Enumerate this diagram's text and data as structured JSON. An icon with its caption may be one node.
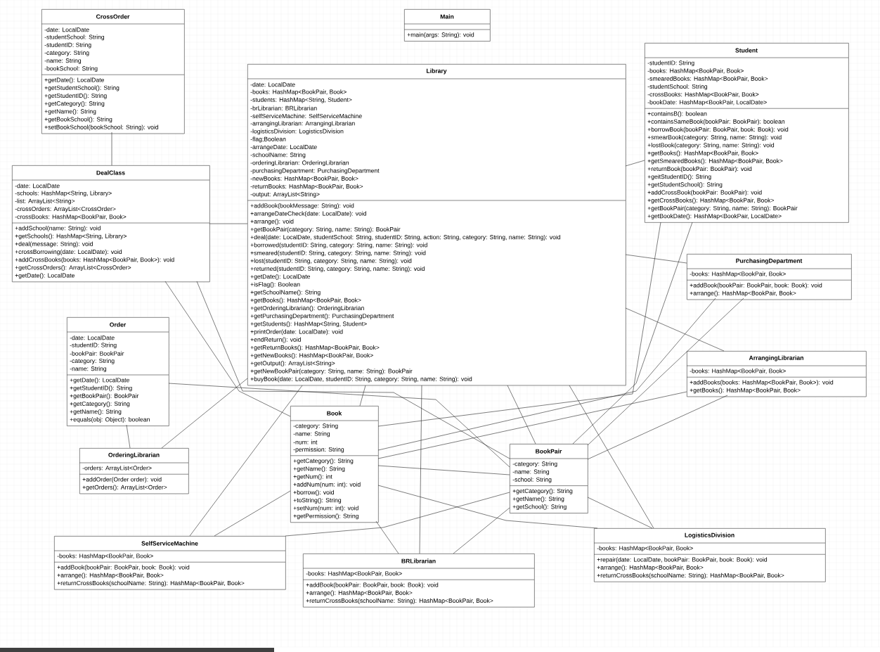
{
  "diagram": {
    "nodes": [
      {
        "text": [
          "CrossOrder",
          "-date: LocalDate",
          "-studentSchool: String",
          "-studentID: String",
          "-category: String",
          "-name: String",
          "-bookSchool: String",
          "+getDate(): LocalDate",
          "+getStudentSchool(): String",
          "+getStudentID(): String",
          "+getCategory(): String",
          "+getName(): String",
          "+getBookSchool(): String",
          "+setBookSchool(bookSchool: String): void"
        ]
      },
      {
        "text": [
          "Main",
          "+main(args: String): void"
        ]
      },
      {
        "text": [
          "Student",
          "-studentID: String",
          "-books: HashMap<BookPair, Book>",
          "-smearedBooks: HashMap<BookPair, Book>",
          "-studentSchool: String",
          "-crossBooks: HashMap<BookPair, Book>",
          "-bookDate: HashMap<BookPair, LocalDate>",
          "+containsB(): boolean",
          "+containsSameBook(bookPair: BookPair): boolean",
          "+borrowBook(bookPair: BookPair, book: Book): void",
          "+smearBook(category: String, name: String): void",
          "+lostBook(category: String, name: String): void",
          "+getBooks(): HashMap<BookPair, Book>",
          "+getSmearedBooks(): HashMap<BookPair, Book>",
          "+returnBook(bookPair: BookPair): void",
          "+geitStudentID(): String",
          "+getStudentSchool(): String",
          "+addCrossBook(bookPair: BookPair): void",
          "+getCrossBooks(): HashMap<BookPair, Book>",
          "+getBookPair(category: String, name: String): BookPair",
          "+getBookDate(): HashMap<BookPair, LocalDate>"
        ]
      },
      {
        "text": [
          "Library",
          "-date: LocalDate",
          "-books: HashMap<BookPair, Book>",
          "-students: HashMap<String, Student>",
          "-brLibrarian: BRLibrarian",
          "-selfServiceMachine: SelfServiceMachine",
          "-arrangingLibrarian: ArrangingLibrarian",
          "-logisticsDivision: LogisticsDivision",
          "-flag;Boolean",
          "-arrangeDate: LocalDate",
          "-schoolName: String",
          "-orderingLibrarian: OrderingLibrarian",
          "-purchasingDepartment: PurchasingDepartment",
          "-newBooks: HashMap<BookPair, Book>",
          "-returnBooks: HashMap<BookPair, Book>",
          "-output: ArrayList<String>",
          "+addBook(bookMessage: String): void",
          "+arrangeDateCheck(date: LocalDate): void",
          "+arrange(): void",
          "+getBookPair(category: String, name: String): BookPair",
          "+deal(date: LocalDate, studentSchool: String, studentID: String, action: String, category: String, name: String): void",
          "+borrowed(studentID: String, category: String, name: String): void",
          "+smeared(studentID: String, category: String, name: String): void",
          "+lost(studentID: String, category: String, name: String): void",
          "+returned(studentID: String, category: String, name: String): void",
          "+getDate(): LocalDate",
          "+isFlag(): Boolean",
          "+getSchoolName(): String",
          "+getBooks(): HashMap<BookPair, Book>",
          "+getOrderingLibrarian(): OrderingLibrarian",
          "+getPurchasingDepartment(): PurchasingDepartment",
          "+getStudents(): HashMap<String, Student>",
          "+printOrder(date: LocalDate): void",
          "+endReturn(): void",
          "+getReturnBooks(): HashMap<BookPair, Book>",
          "+getNewBooks(): HashMap<BookPair, Book>",
          "+getOutput(): ArrayList<String>",
          "+getNewBookPair(category: String, name: String): BookPair",
          "+buyBook(date: LocalDate, studentID: String, category: String, name: String): void"
        ]
      },
      {
        "text": [
          "DealClass",
          "-date: LocalDate",
          "-schools: HashMap<String, Library>",
          "-list: ArrayList<String>",
          "-crossOrders: ArrayList<CrossOrder>",
          "-crossBooks: HashMap<BookPair, Book>",
          "+addSchool(name: String): void",
          "+getSchools(): HashMap<String, Library>",
          "+deal(message: String): void",
          "+crossBorrowing(date: LocalDate): void",
          "+addCrossBooks(books: HashMap<BookPair, Book>): void",
          "+getCrossOrders(): ArrayList<CrossOrder>",
          "+getDate(): LocalDate"
        ]
      },
      {
        "text": [
          "PurchasingDepartment",
          "-books: HashMap<BookPair, Book>",
          "+addBook(bookPair: BookPair, book: Book): void",
          "+arrange(): HashMap<BookPair, Book>"
        ]
      },
      {
        "text": [
          "Order",
          "-date: LocalDate",
          "-studentID: String",
          "-bookPair: BookPair",
          "-category: String",
          "-name: String",
          "+getDate(): LocalDate",
          "+getStudentID(): String",
          "+getBookPair(): BookPair",
          "+getCategory(): String",
          "+getName(): String",
          "+equals(obj: Object): boolean"
        ]
      },
      {
        "text": [
          "ArrangingLibrarian",
          "-books: HashMap<BookPair, Book>",
          "+addBooks(books: HashMap<BookPair, Book>): void",
          "+getBooks(): HashMap<BookPair, Book>"
        ]
      },
      {
        "text": [
          "Book",
          "-category: String",
          "-name: String",
          "-num: int",
          "-permission: String",
          "+getCategory(): String",
          "+getName(): String",
          "+getNum(): int",
          "+addNum(num: int): void",
          "+borrow(): void",
          "+toString(): String",
          "+setNum(num: int): void",
          "+getPermission(): String"
        ]
      },
      {
        "text": [
          "BookPair",
          "-category: String",
          "-name: String",
          "-school: String",
          "+getCategory(): String",
          "+getName(): String",
          "+getSchool(): String"
        ]
      },
      {
        "text": [
          "OrderingLibrarian",
          "-orders: ArrayList<Order>",
          "+addOrder(Order order): void",
          "+getOrders(): ArrayList<Order>"
        ]
      },
      {
        "text": [
          "SelfServiceMachine",
          "-books: HashMap<BookPair, Book>",
          "+addBook(bookPair: BookPair, book: Book): void",
          "+arrange(): HashMap<BookPair, Book>",
          "+returnCrossBooks(schoolName: String): HashMap<BookPair, Book>"
        ]
      },
      {
        "text": [
          "LogisticsDivision",
          "-books: HashMap<BookPair, Book>",
          "+repair(date: LocalDate, bookPair: BookPair, book: Book): void",
          "+arrange(): HashMap<BookPair, Book>",
          "+returnCrossBooks(schoolName: String): HashMap<BookPair, Book>"
        ]
      },
      {
        "text": [
          "BRLibrarian",
          "-books: HashMap<BookPair, Book>",
          "+addBook(bookPair: BookPair, book: Book): void",
          "+arrange(): HashMap<BookPair, Book>",
          "+returnCrossBooks(schoolName: String): HashMap<BookPair, Book>"
        ]
      }
    ],
    "edges": [
      {
        "from": 0,
        "to": 4,
        "arrow": "none"
      },
      {
        "from": 4,
        "to": 3,
        "arrow": "none"
      },
      {
        "from": 4,
        "to": 8,
        "arrow": "none"
      },
      {
        "from": 4,
        "to": 9,
        "arrow": "none"
      },
      {
        "from": 3,
        "to": 2,
        "arrow": "none"
      },
      {
        "from": 2,
        "to": 8,
        "arrow": "none"
      },
      {
        "from": 2,
        "to": 9,
        "arrow": "none"
      },
      {
        "from": 3,
        "to": 5,
        "arrow": "none"
      },
      {
        "from": 3,
        "to": 7,
        "arrow": "none"
      },
      {
        "from": 5,
        "to": 8,
        "arrow": "none"
      },
      {
        "from": 5,
        "to": 9,
        "arrow": "none"
      },
      {
        "from": 7,
        "to": 8,
        "arrow": "none"
      },
      {
        "from": 7,
        "to": 9,
        "arrow": "none"
      },
      {
        "from": 3,
        "to": 8,
        "arrow": "none"
      },
      {
        "from": 3,
        "to": 9,
        "arrow": "none"
      },
      {
        "from": 3,
        "to": 12,
        "arrow": "none"
      },
      {
        "from": 3,
        "to": 13,
        "arrow": "none"
      },
      {
        "from": 6,
        "to": 10,
        "arrow": "none"
      },
      {
        "from": 6,
        "to": 9,
        "arrow": "none"
      },
      {
        "from": 10,
        "to": 3,
        "arrow": "none"
      },
      {
        "from": 11,
        "to": 3,
        "arrow": "none"
      },
      {
        "from": 11,
        "to": 8,
        "arrow": "none"
      },
      {
        "from": 11,
        "to": 9,
        "arrow": "none"
      },
      {
        "from": 8,
        "to": 9,
        "arrow": "none"
      },
      {
        "from": 8,
        "to": 12,
        "arrow": "none"
      },
      {
        "from": 9,
        "to": 12,
        "arrow": "none"
      },
      {
        "from": 8,
        "to": 13,
        "arrow": "none"
      },
      {
        "from": 9,
        "to": 13,
        "arrow": "none"
      }
    ]
  }
}
